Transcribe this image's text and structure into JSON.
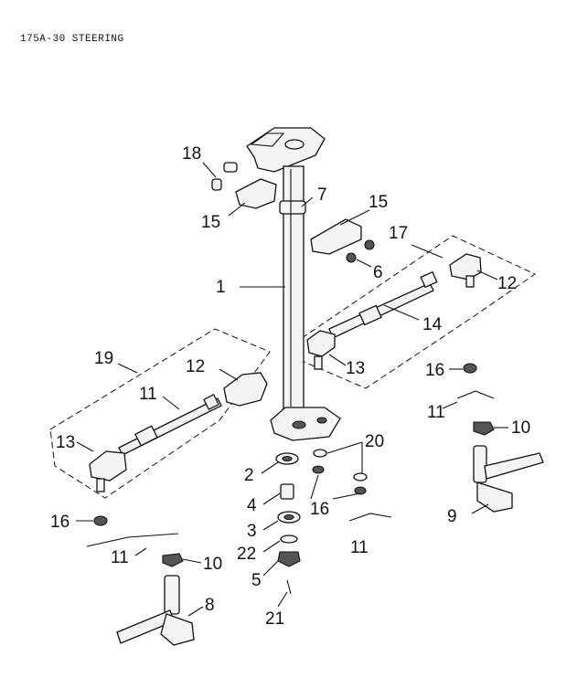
{
  "title": "175A-30 STEERING",
  "labels": [
    "18",
    "7",
    "15",
    "15",
    "17",
    "6",
    "1",
    "12",
    "14",
    "13",
    "19",
    "12",
    "11",
    "16",
    "13",
    "11",
    "10",
    "20",
    "2",
    "16",
    "9",
    "4",
    "16",
    "3",
    "11",
    "22",
    "11",
    "10",
    "5",
    "8",
    "21"
  ]
}
